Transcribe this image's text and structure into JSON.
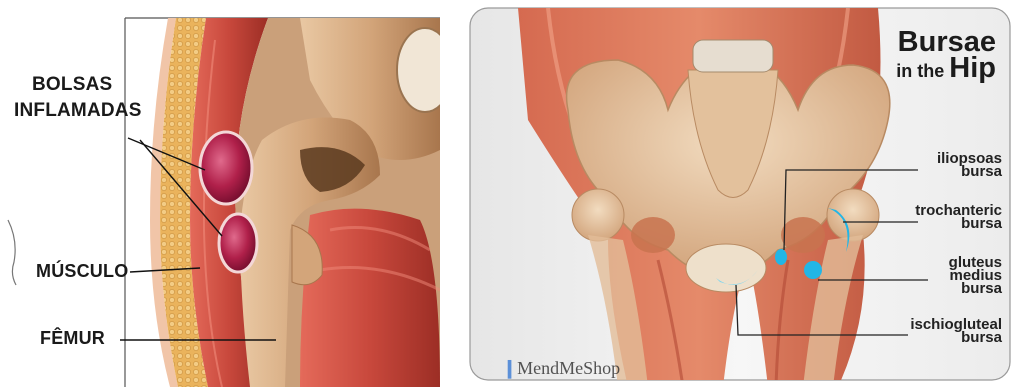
{
  "left_panel": {
    "labels": {
      "bolsas_line1": "BOLSAS",
      "bolsas_line2": "INFLAMADAS",
      "musculo": "MÚSCULO",
      "femur": "FÊMUR"
    }
  },
  "right_panel": {
    "title_line1": "Bursae",
    "title_prefix": "in the ",
    "title_word": "Hip",
    "labels": {
      "iliopsoas_1": "iliopsoas",
      "iliopsoas_2": "bursa",
      "trochanteric_1": "trochanteric",
      "trochanteric_2": "bursa",
      "gluteus_1": "gluteus",
      "gluteus_2": "medius",
      "gluteus_3": "bursa",
      "ischio_1": "ischiogluteal",
      "ischio_2": "bursa"
    },
    "watermark": "MendMeShop"
  },
  "colors": {
    "muscle": "#c8483c",
    "muscle_dark": "#9c2e25",
    "fat": "#e9b45a",
    "bone": "#d9b48f",
    "bursa_inflamed": "#b0204a",
    "bursa_blue": "#22b6e6"
  }
}
